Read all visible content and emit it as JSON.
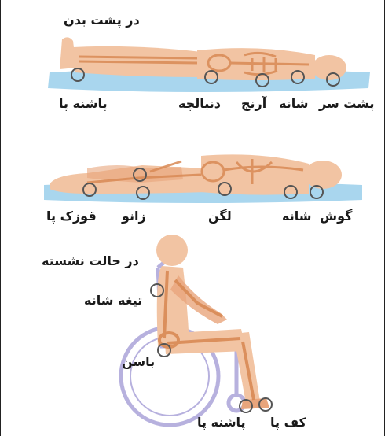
{
  "sections": {
    "supine": {
      "title": "در پشت بدن",
      "labels": {
        "heel": "پاشنه پا",
        "sacrum": "دنبالچه",
        "elbow": "آرنج",
        "shoulder": "شانه",
        "occiput": "پشت سر"
      }
    },
    "lateral": {
      "labels": {
        "ankle": "قوزک پا",
        "knee": "زانو",
        "hip": "لگن",
        "shoulder": "شانه",
        "ear": "گوش"
      }
    },
    "seated": {
      "title": "در حالت نشسته",
      "labels": {
        "scapula": "تیغه شانه",
        "buttock": "باسن",
        "heel": "پاشنه پا",
        "sole": "کف پا"
      }
    }
  },
  "colors": {
    "skin": "#f2c4a3",
    "skin_dark": "#e8a57c",
    "bone": "#d98a55",
    "mattress": "#a9d6ee",
    "wheelchair": "#9f97d4",
    "marker": "#555555",
    "text": "#1a1a1a"
  }
}
